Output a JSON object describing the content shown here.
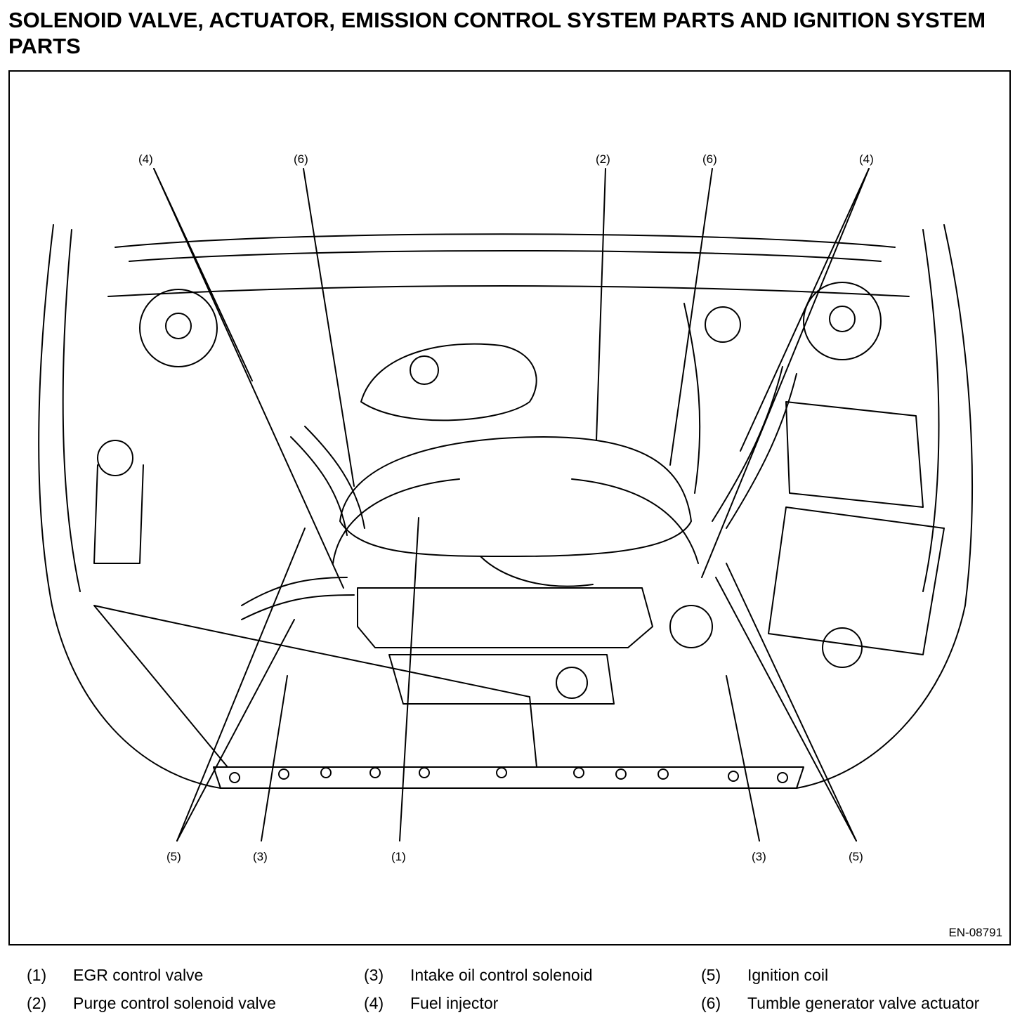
{
  "title": "SOLENOID VALVE, ACTUATOR, EMISSION CONTROL SYSTEM PARTS AND IGNITION SYSTEM PARTS",
  "figure_ref": "EN-08791",
  "callouts": {
    "top": [
      "(4)",
      "(6)",
      "(2)",
      "(6)",
      "(4)"
    ],
    "bottom": [
      "(5)",
      "(3)",
      "(1)",
      "(3)",
      "(5)"
    ]
  },
  "legend": [
    {
      "num": "(1)",
      "text": "EGR control valve"
    },
    {
      "num": "(2)",
      "text": "Purge control solenoid valve"
    },
    {
      "num": "(3)",
      "text": "Intake oil control solenoid"
    },
    {
      "num": "(4)",
      "text": "Fuel injector"
    },
    {
      "num": "(5)",
      "text": "Ignition coil"
    },
    {
      "num": "(6)",
      "text": "Tumble generator valve actuator"
    }
  ]
}
